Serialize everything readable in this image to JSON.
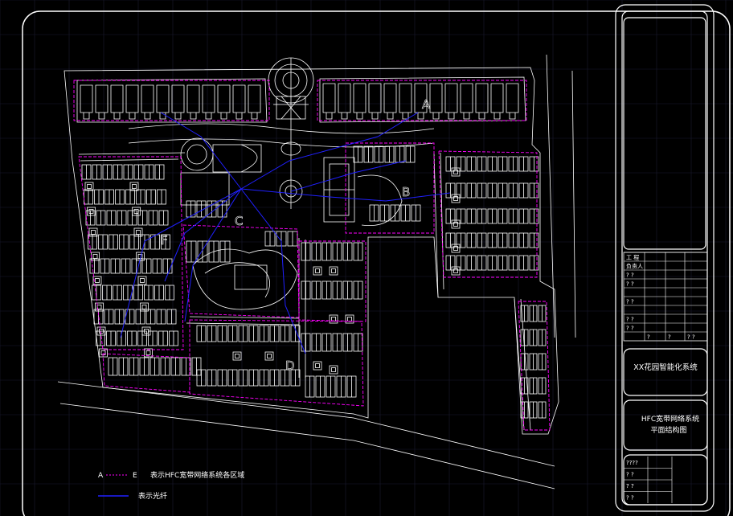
{
  "plan": {
    "zone_labels": [
      "A",
      "B",
      "C",
      "D",
      "F"
    ]
  },
  "legend": {
    "region_from": "A",
    "region_to": "E",
    "region_text": "表示HFC宽带网络系统各区域",
    "fiber_text": "表示光纤"
  },
  "title_block": {
    "info_rows": [
      [
        "工  程",
        "",
        "",
        ""
      ],
      [
        "负责人",
        "",
        "",
        ""
      ],
      [
        "?  ?",
        "",
        "",
        ""
      ],
      [
        "?  ?",
        "",
        "",
        ""
      ],
      [
        "",
        "",
        "",
        ""
      ],
      [
        "?  ?",
        "",
        "",
        ""
      ],
      [
        "",
        "",
        "",
        ""
      ],
      [
        "?  ?",
        "",
        "",
        ""
      ],
      [
        "?  ?",
        "",
        "",
        ""
      ],
      [
        "",
        "?",
        "?",
        "? ?"
      ]
    ],
    "project_name": "XX花园智能化系统",
    "drawing_title_line1": "HFC宽带网络系统",
    "drawing_title_line2": "平面结构图",
    "bottom_rows": [
      [
        "????",
        "",
        ""
      ],
      [
        "?  ?",
        "",
        ""
      ],
      [
        "?  ?",
        "",
        ""
      ],
      [
        "?  ?",
        "",
        ""
      ]
    ]
  },
  "colors": {
    "background": "#000000",
    "line": "#ffffff",
    "region_boundary": "#ff00ff",
    "fiber": "#2020ff",
    "grid": "#1a1a2e"
  }
}
